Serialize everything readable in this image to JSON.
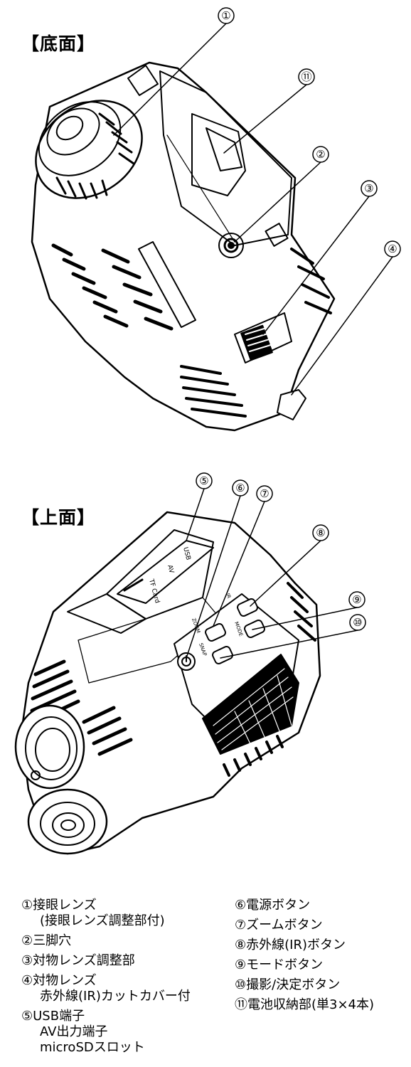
{
  "sections": {
    "bottom": {
      "title": "【底面】"
    },
    "top": {
      "title": "【上面】"
    }
  },
  "callouts": {
    "c1": "①",
    "c2": "②",
    "c3": "③",
    "c4": "④",
    "c5": "⑤",
    "c6": "⑥",
    "c7": "⑦",
    "c8": "⑧",
    "c9": "⑨",
    "c10": "⑩",
    "c11": "⑪"
  },
  "device_labels": {
    "usb": "USB",
    "av": "AV",
    "tfcard": "TF Card",
    "zoom": "ZOOM",
    "snap": "SNAP",
    "mode": "MODE",
    "ir": "IR"
  },
  "legend": {
    "left": [
      {
        "lines": [
          "①接眼レンズ",
          "(接眼レンズ調整部付)"
        ]
      },
      {
        "lines": [
          "②三脚穴"
        ]
      },
      {
        "lines": [
          "③対物レンズ調整部"
        ]
      },
      {
        "lines": [
          "④対物レンズ",
          "赤外線(IR)カットカバー付"
        ]
      },
      {
        "lines": [
          "⑤USB端子",
          "AV出力端子",
          "microSDスロット"
        ]
      }
    ],
    "right": [
      {
        "lines": [
          "⑥電源ボタン"
        ]
      },
      {
        "lines": [
          "⑦ズームボタン"
        ]
      },
      {
        "lines": [
          "⑧赤外線(IR)ボタン"
        ]
      },
      {
        "lines": [
          "⑨モードボタン"
        ]
      },
      {
        "lines": [
          "⑩撮影/決定ボタン"
        ]
      },
      {
        "lines": [
          "⑪電池収納部(単3×4本)"
        ]
      }
    ]
  }
}
